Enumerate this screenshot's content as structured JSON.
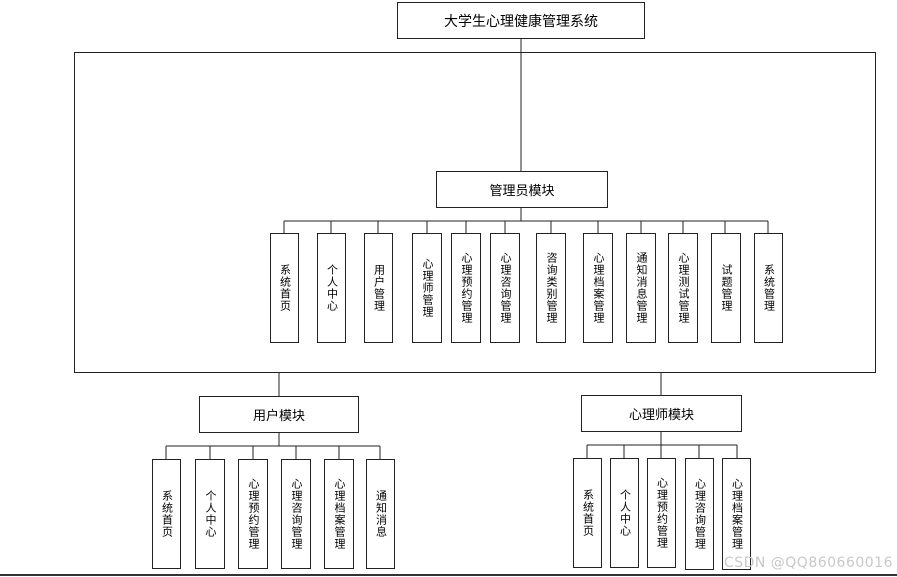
{
  "title": "大学生心理健康管理系统",
  "admin": {
    "label": "管理员模块",
    "items": [
      "系统首页",
      "个人中心",
      "用户管理",
      "心理师管理",
      "心理预约管理",
      "心理咨询管理",
      "咨询类别管理",
      "心理档案管理",
      "通知消息管理",
      "心理测试管理",
      "试题管理",
      "系统管理"
    ]
  },
  "user": {
    "label": "用户模块",
    "items": [
      "系统首页",
      "个人中心",
      "心理预约管理",
      "心理咨询管理",
      "心理档案管理",
      "通知消息"
    ]
  },
  "counselor": {
    "label": "心理师模块",
    "items": [
      "系统首页",
      "个人中心",
      "心理预约管理",
      "心理咨询管理",
      "心理档案管理"
    ]
  },
  "watermark": "CSDN @QQ860660016"
}
